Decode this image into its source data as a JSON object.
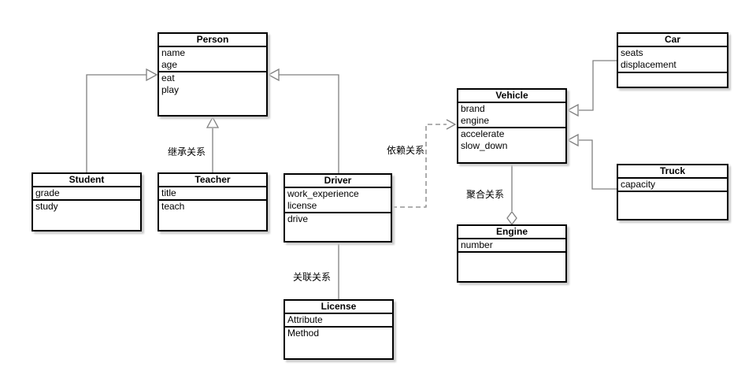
{
  "diagram": {
    "title": "UML class diagram",
    "colors": {
      "box_border": "#000000",
      "box_fill": "#ffffff",
      "connector": "#808080",
      "shadow": "#cccccc",
      "text": "#000000"
    },
    "classes": {
      "person": {
        "name": "Person",
        "attributes": [
          "name",
          "age"
        ],
        "methods": [
          "eat",
          "play"
        ]
      },
      "student": {
        "name": "Student",
        "attributes": [
          "grade"
        ],
        "methods": [
          "study"
        ]
      },
      "teacher": {
        "name": "Teacher",
        "attributes": [
          "title"
        ],
        "methods": [
          "teach"
        ]
      },
      "driver": {
        "name": "Driver",
        "attributes": [
          "work_experience",
          "license"
        ],
        "methods": [
          "drive"
        ]
      },
      "license": {
        "name": "License",
        "attributes": [
          "Attribute"
        ],
        "methods": [
          "Method"
        ]
      },
      "vehicle": {
        "name": "Vehicle",
        "attributes": [
          "brand",
          "engine"
        ],
        "methods": [
          "accelerate",
          "slow_down"
        ]
      },
      "engine": {
        "name": "Engine",
        "attributes": [
          "number"
        ],
        "methods": []
      },
      "car": {
        "name": "Car",
        "attributes": [
          "seats",
          "displacement"
        ],
        "methods": []
      },
      "truck": {
        "name": "Truck",
        "attributes": [
          "capacity"
        ],
        "methods": []
      }
    },
    "relationship_labels": {
      "inheritance": "继承关系",
      "dependency": "依赖关系",
      "association": "关联关系",
      "aggregation": "聚合关系"
    },
    "relationships": [
      {
        "from": "Student",
        "to": "Person",
        "type": "inheritance"
      },
      {
        "from": "Teacher",
        "to": "Person",
        "type": "inheritance",
        "label": "继承关系"
      },
      {
        "from": "Driver",
        "to": "Person",
        "type": "inheritance"
      },
      {
        "from": "Driver",
        "to": "Vehicle",
        "type": "dependency",
        "label": "依赖关系"
      },
      {
        "from": "Driver",
        "to": "License",
        "type": "association",
        "label": "关联关系"
      },
      {
        "from": "Vehicle",
        "to": "Engine",
        "type": "aggregation",
        "label": "聚合关系"
      },
      {
        "from": "Car",
        "to": "Vehicle",
        "type": "inheritance"
      },
      {
        "from": "Truck",
        "to": "Vehicle",
        "type": "inheritance"
      }
    ]
  }
}
